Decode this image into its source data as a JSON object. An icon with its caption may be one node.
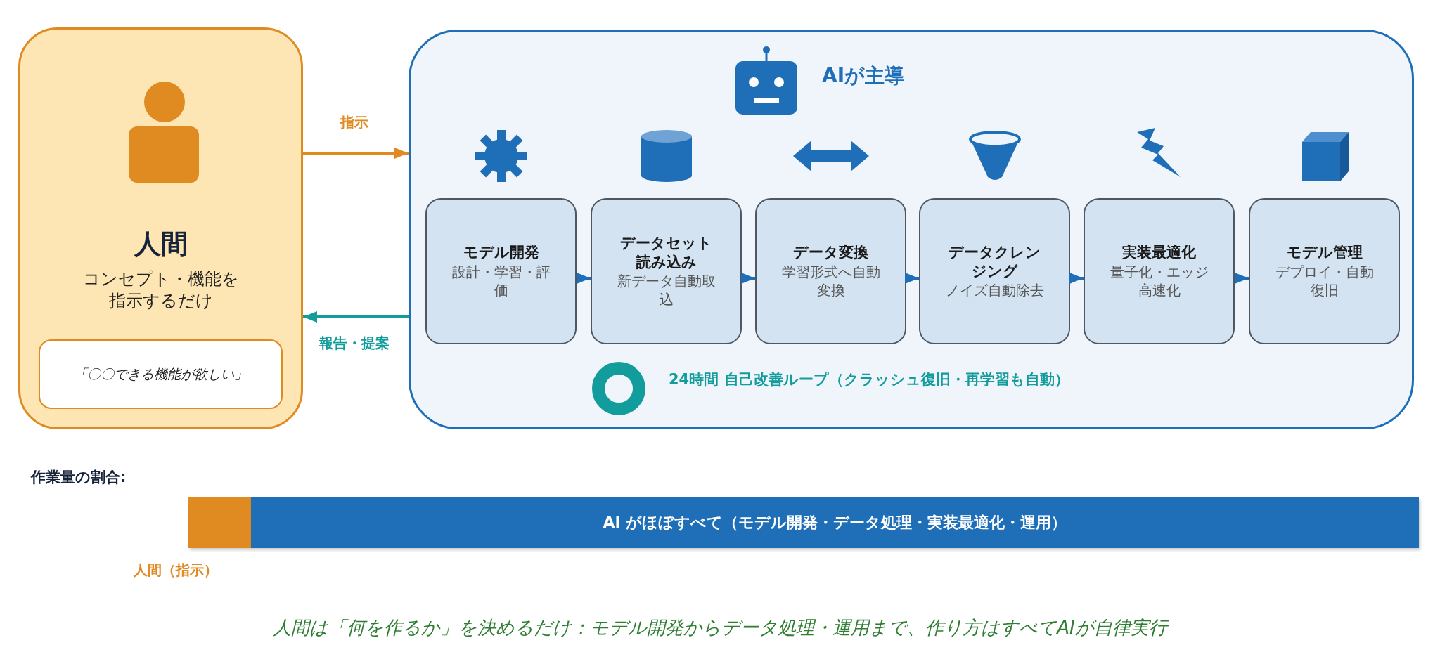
{
  "diagram": {
    "caption": "人間は「何を作るか」を決めるだけ：モデル開発からデータ処理・運用まで、作り方はすべてAIが自律実行",
    "nodes": [
      {
        "text": [
          "人間",
          "コンセプト・機能を指示するだけ"
        ]
      },
      {
        "text": [
          "「〇〇できる機能が欲しい」"
        ],
        "in": 0
      },
      {
        "text": [
          "AIが主導"
        ]
      },
      {
        "text": [
          "モデル開発",
          "設計・学習・評価"
        ],
        "in": 2
      },
      {
        "text": [
          "データセット読み込み",
          "新データ自動取込"
        ],
        "in": 2
      },
      {
        "text": [
          "データ変換",
          "学習形式へ自動変換"
        ],
        "in": 2
      },
      {
        "text": [
          "データクレンジング",
          "ノイズ自動除去"
        ],
        "in": 2
      },
      {
        "text": [
          "実装最適化",
          "量子化・エッジ高速化"
        ],
        "in": 2
      },
      {
        "text": [
          "モデル管理",
          "デプロイ・自動復旧"
        ],
        "in": 2
      },
      {
        "text": [],
        "shape": "bar",
        "beside": [
          "人間（指示）"
        ]
      },
      {
        "text": [
          "AI がほぼすべて（モデル開発・データ処理・実装最適化・運用）"
        ]
      }
    ],
    "edges": [
      {
        "from": 0,
        "to": 2,
        "arrow": "to",
        "label": "指示",
        "color": "#e08a22"
      },
      {
        "from": 2,
        "to": 0,
        "arrow": "to",
        "label": "報告・提案",
        "color": "#139c9c"
      },
      {
        "from": 3,
        "to": 4,
        "arrow": "to"
      },
      {
        "from": 4,
        "to": 5,
        "arrow": "to"
      },
      {
        "from": 5,
        "to": 6,
        "arrow": "to"
      },
      {
        "from": 6,
        "to": 7,
        "arrow": "to"
      },
      {
        "from": 7,
        "to": 8,
        "arrow": "to"
      }
    ],
    "labels": [
      "24時間 自己改善ループ（クラッシュ復旧・再学習も自動）",
      "作業量の割合:"
    ]
  }
}
